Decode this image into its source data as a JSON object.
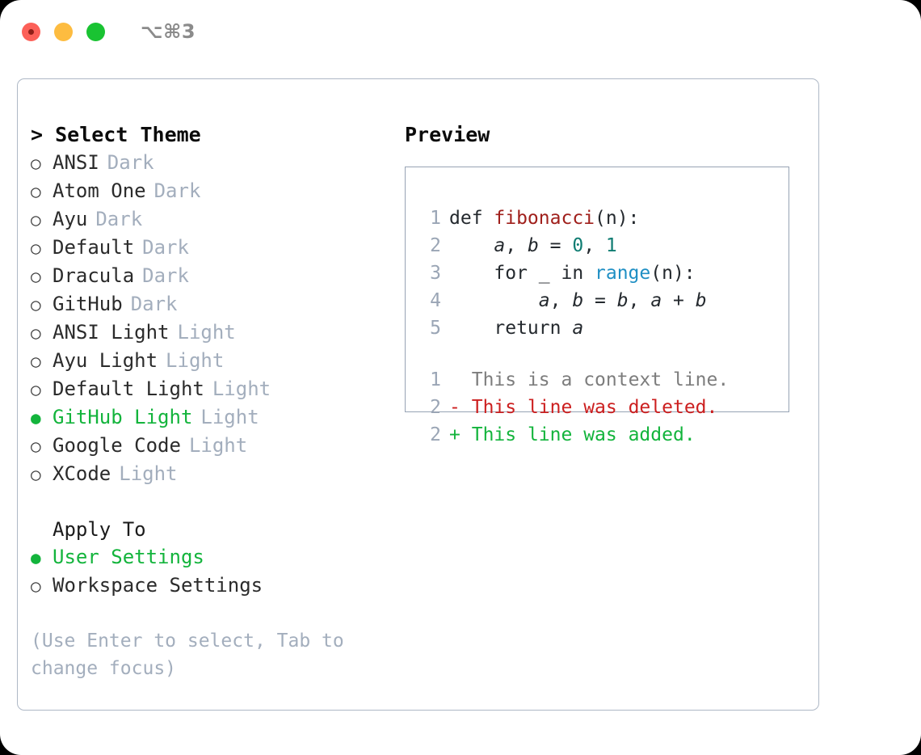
{
  "titlebar": {
    "shortcut": "⌥⌘3",
    "buttons": [
      "close",
      "minimize",
      "maximize"
    ]
  },
  "theme_picker": {
    "header": "> Select Theme",
    "marker_unselected": "○",
    "marker_selected": "●",
    "items": [
      {
        "name": "ANSI",
        "variant": "Dark",
        "selected": false
      },
      {
        "name": "Atom One",
        "variant": "Dark",
        "selected": false
      },
      {
        "name": "Ayu",
        "variant": "Dark",
        "selected": false
      },
      {
        "name": "Default",
        "variant": "Dark",
        "selected": false
      },
      {
        "name": "Dracula",
        "variant": "Dark",
        "selected": false
      },
      {
        "name": "GitHub",
        "variant": "Dark",
        "selected": false
      },
      {
        "name": "ANSI Light",
        "variant": "Light",
        "selected": false
      },
      {
        "name": "Ayu Light",
        "variant": "Light",
        "selected": false
      },
      {
        "name": "Default Light",
        "variant": "Light",
        "selected": false
      },
      {
        "name": "GitHub Light",
        "variant": "Light",
        "selected": true
      },
      {
        "name": "Google Code",
        "variant": "Light",
        "selected": false
      },
      {
        "name": "XCode",
        "variant": "Light",
        "selected": false
      }
    ]
  },
  "apply_to": {
    "title": "Apply To",
    "items": [
      {
        "name": "User Settings",
        "selected": true
      },
      {
        "name": "Workspace Settings",
        "selected": false
      }
    ]
  },
  "hint": "(Use Enter to select, Tab to change focus)",
  "preview": {
    "title": "Preview",
    "code_lines": [
      {
        "num": "1",
        "tokens": [
          {
            "t": "def ",
            "k": "kw"
          },
          {
            "t": "fibonacci",
            "k": "fn"
          },
          {
            "t": "(n):",
            "k": "plain"
          }
        ]
      },
      {
        "num": "2",
        "tokens": [
          {
            "t": "    ",
            "k": "plain"
          },
          {
            "t": "a",
            "k": "var"
          },
          {
            "t": ", ",
            "k": "plain"
          },
          {
            "t": "b",
            "k": "var"
          },
          {
            "t": " = ",
            "k": "plain"
          },
          {
            "t": "0",
            "k": "num"
          },
          {
            "t": ", ",
            "k": "plain"
          },
          {
            "t": "1",
            "k": "num"
          }
        ]
      },
      {
        "num": "3",
        "tokens": [
          {
            "t": "    for _ in ",
            "k": "kw"
          },
          {
            "t": "range",
            "k": "call"
          },
          {
            "t": "(n):",
            "k": "plain"
          }
        ]
      },
      {
        "num": "4",
        "tokens": [
          {
            "t": "        ",
            "k": "plain"
          },
          {
            "t": "a",
            "k": "var"
          },
          {
            "t": ", ",
            "k": "plain"
          },
          {
            "t": "b",
            "k": "var"
          },
          {
            "t": " = ",
            "k": "plain"
          },
          {
            "t": "b",
            "k": "var"
          },
          {
            "t": ", ",
            "k": "plain"
          },
          {
            "t": "a",
            "k": "var"
          },
          {
            "t": " + ",
            "k": "plain"
          },
          {
            "t": "b",
            "k": "var"
          }
        ]
      },
      {
        "num": "5",
        "tokens": [
          {
            "t": "    return ",
            "k": "kw"
          },
          {
            "t": "a",
            "k": "var"
          }
        ]
      }
    ],
    "diff_lines": [
      {
        "num": "1",
        "marker": " ",
        "text": "This is a context line.",
        "kind": "context"
      },
      {
        "num": "2",
        "marker": "-",
        "text": "This line was deleted.",
        "kind": "deleted"
      },
      {
        "num": "2",
        "marker": "+",
        "text": "This line was added.",
        "kind": "added"
      }
    ]
  },
  "colors": {
    "selected_green": "#13b43c",
    "muted": "#a3aebd",
    "border": "#aeb8c6",
    "preview_border": "#97a3b4",
    "diff_deleted": "#cc1f1f",
    "diff_added": "#13b43c",
    "syntax_function": "#a0201c",
    "syntax_number": "#0f7c72",
    "syntax_call": "#1f8fc4"
  }
}
